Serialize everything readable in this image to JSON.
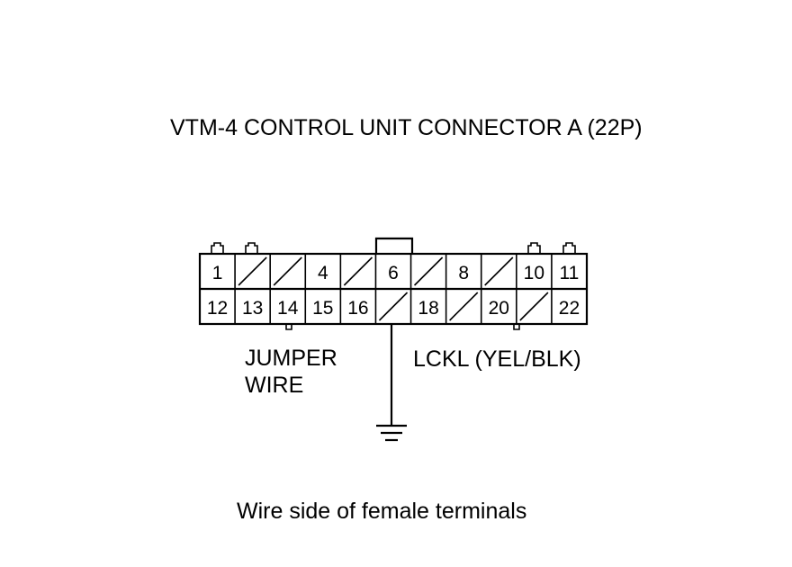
{
  "title": "VTM-4 CONTROL UNIT CONNECTOR A (22P)",
  "connector": {
    "top_row": [
      "1",
      "",
      "",
      "4",
      "",
      "6",
      "",
      "8",
      "",
      "10",
      "11"
    ],
    "bottom_row": [
      "12",
      "13",
      "14",
      "15",
      "16",
      "",
      "18",
      "",
      "20",
      "",
      "22"
    ]
  },
  "labels": {
    "jumper_line1": "JUMPER",
    "jumper_line2": "WIRE",
    "lckl": "LCKL (YEL/BLK)"
  },
  "caption": "Wire side of female terminals",
  "icons": [
    "ground-icon"
  ]
}
